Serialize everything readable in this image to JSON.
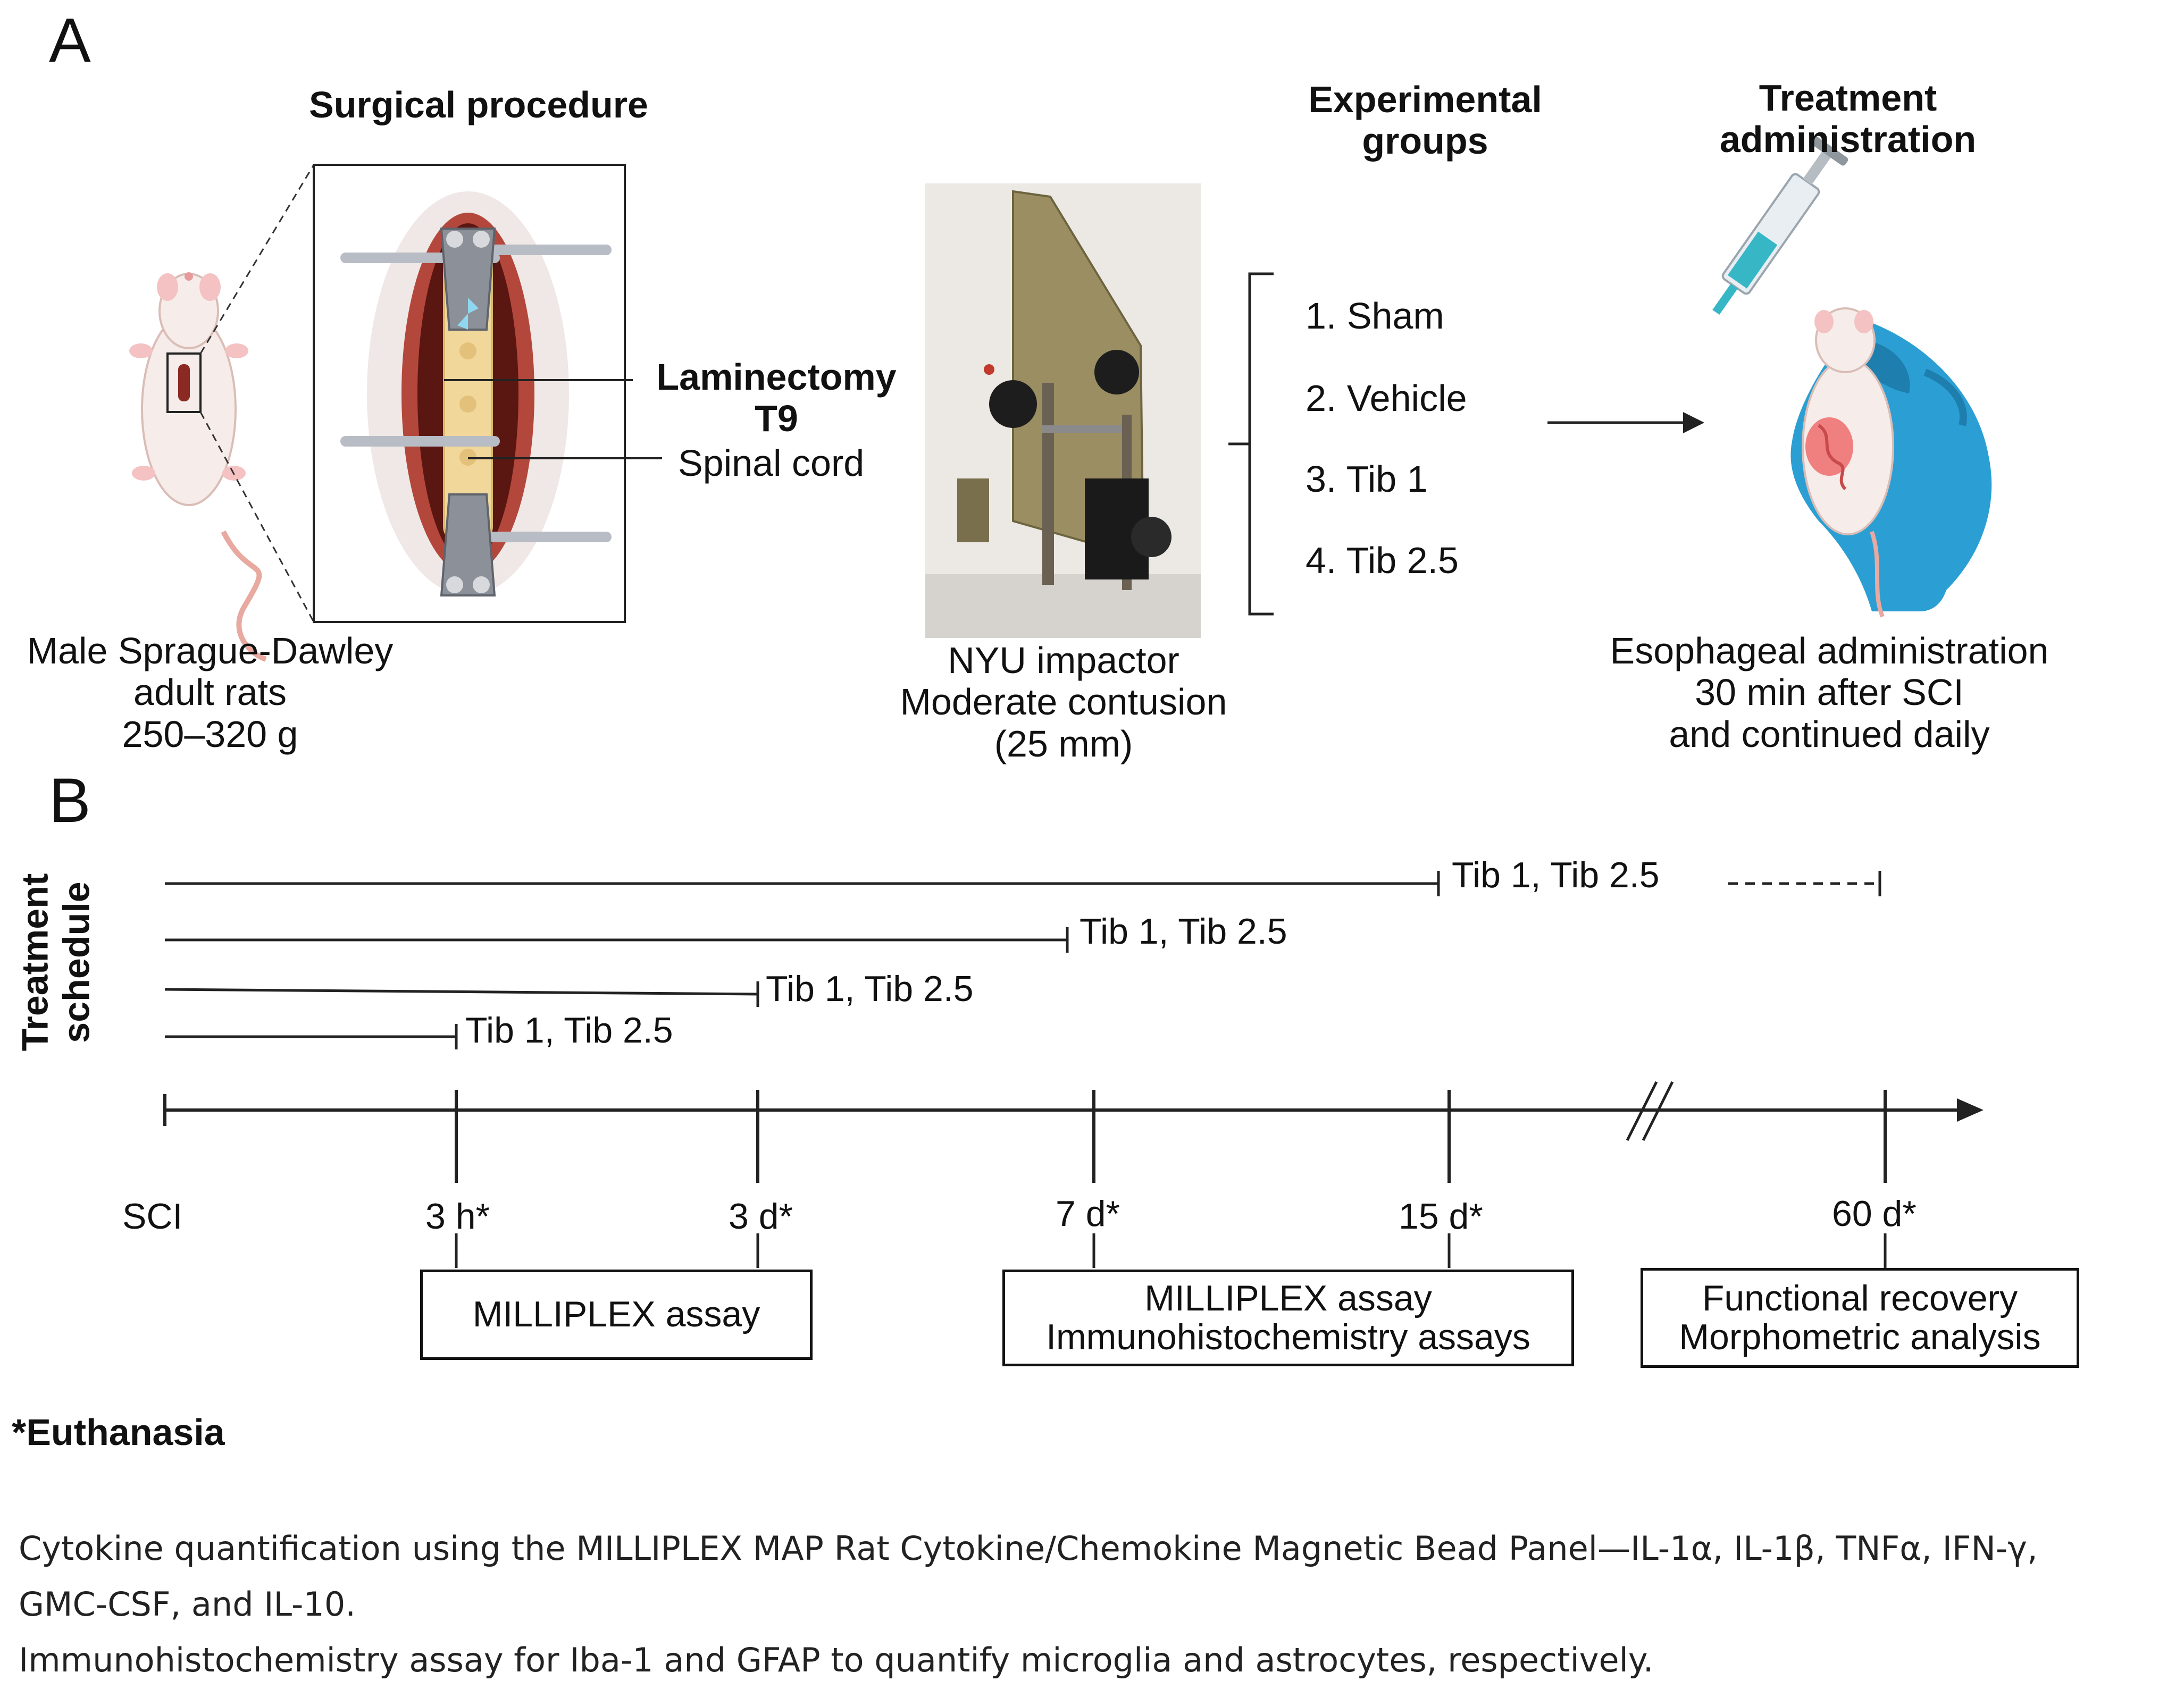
{
  "panel_a": {
    "label": "A",
    "surgical_title": "Surgical procedure",
    "rat_caption": [
      "Male Sprague-Dawley",
      "adult rats",
      "250–320 g"
    ],
    "laminectomy": [
      "Laminectomy",
      "T9"
    ],
    "spinal_cord": "Spinal cord",
    "impactor_caption": [
      "NYU impactor",
      "Moderate contusion",
      "(25 mm)"
    ],
    "groups_title": [
      "Experimental",
      "groups"
    ],
    "groups": [
      "1.  Sham",
      "2.  Vehicle",
      "3.  Tib 1",
      "4.  Tib 2.5"
    ],
    "treatment_title": [
      "Treatment",
      "administration"
    ],
    "admin_caption": [
      "Esophageal administration",
      "30 min after SCI",
      "and continued daily"
    ]
  },
  "panel_b": {
    "label": "B",
    "schedule_axis": [
      "Treatment",
      "schedule"
    ],
    "schedule_labels": [
      "Tib 1, Tib 2.5",
      "Tib 1, Tib 2.5",
      "Tib 1, Tib  2.5",
      "Tib 1, Tib  2.5"
    ],
    "timepoints": [
      "SCI",
      "3 h*",
      "3 d*",
      "7 d*",
      "15 d*",
      "60 d*"
    ],
    "boxes": [
      [
        "MILLIPLEX assay"
      ],
      [
        "MILLIPLEX assay",
        "Immunohistochemistry assays"
      ],
      [
        "Functional recovery",
        "Morphometric analysis"
      ]
    ],
    "euthanasia": "*Euthanasia"
  },
  "notes": [
    "Cytokine quantification using the MILLIPLEX MAP Rat Cytokine/Chemokine Magnetic Bead Panel—IL-1α, IL-1β, TNFα, IFN-γ,",
    "GMC-CSF, and IL-10.",
    "Immunohistochemistry assay for Iba-1 and GFAP to quantify microglia and astrocytes, respectively."
  ],
  "colors": {
    "glove": "#2b9fd3",
    "rat_skin": "#f4d8d2",
    "tissue": "#8a2a22",
    "spine": "#f1d79a",
    "impactor": "#9a8e62"
  },
  "icons": [
    "rat-icon",
    "spinal-surgery-illustration",
    "impactor-photo",
    "syringe-icon",
    "gloved-hand-icon"
  ]
}
